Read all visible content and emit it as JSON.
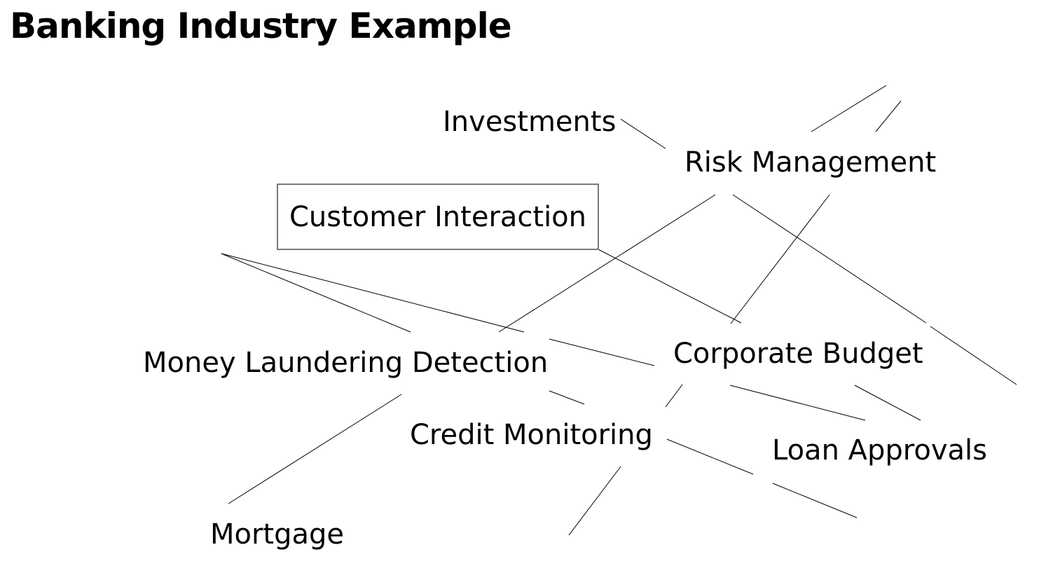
{
  "title": "Banking Industry Example",
  "nodes": {
    "investments": "Investments",
    "risk_management": "Risk Management",
    "customer_interaction": "Customer Interaction",
    "money_laundering_detection": "Money Laundering Detection",
    "corporate_budget": "Corporate Budget",
    "credit_monitoring": "Credit Monitoring",
    "loan_approvals": "Loan Approvals",
    "mortgage": "Mortgage"
  }
}
